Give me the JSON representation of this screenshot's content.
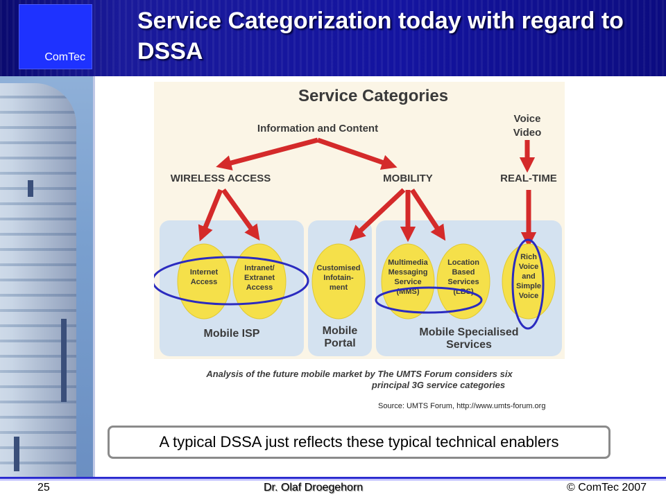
{
  "slide": {
    "title": "Service Categorization today with regard to DSSA",
    "logo": "ComTec",
    "source": "Source: UMTS Forum, http://www.umts-forum.org",
    "callout": "A typical DSSA just reflects these typical technical enablers",
    "footer": {
      "page": "25",
      "author": "Dr. Olaf Droegehorn",
      "copyright": "© ComTec 2007"
    }
  },
  "diagram": {
    "heading": "Service Categories",
    "root": "Information and Content",
    "voice": "Voice",
    "video": "Video",
    "categories": [
      "WIRELESS ACCESS",
      "MOBILITY",
      "REAL-TIME"
    ],
    "services": [
      [
        "Internet",
        "Access"
      ],
      [
        "Intranet/",
        "Extranet",
        "Access"
      ],
      [
        "Customised",
        "Infotain-",
        "ment"
      ],
      [
        "Multimedia",
        "Messaging",
        "Service",
        "(MMS)"
      ],
      [
        "Location",
        "Based",
        "Services",
        "(LBS)"
      ],
      [
        "Rich",
        "Voice",
        "and",
        "Simple",
        "Voice"
      ]
    ],
    "groups": [
      [
        "Mobile ISP"
      ],
      [
        "Mobile",
        "Portal"
      ],
      [
        "Mobile Specialised",
        "Services"
      ]
    ],
    "caption": [
      "Analysis of the future mobile market by The UMTS Forum considers six",
      "principal 3G service categories"
    ],
    "colors": {
      "background": "#fbf5e6",
      "group_box": "#d4e2f0",
      "oval": "#f5e04a",
      "arrow": "#d42a2a",
      "highlight": "#2b2bbf"
    }
  }
}
